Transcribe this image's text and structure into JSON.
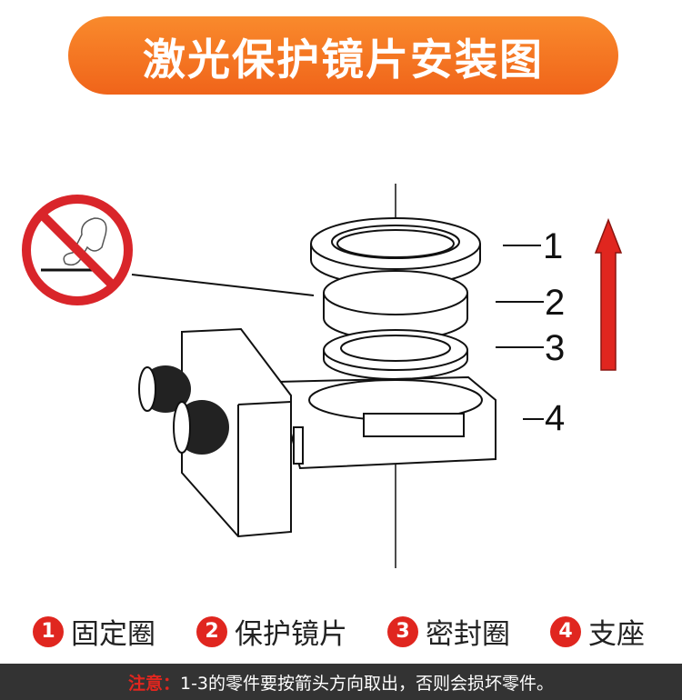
{
  "title": "激光保护镜片安装图",
  "callouts": [
    "1",
    "2",
    "3",
    "4"
  ],
  "legend": [
    {
      "num": "1",
      "label": "固定圈"
    },
    {
      "num": "2",
      "label": "保护镜片"
    },
    {
      "num": "3",
      "label": "密封圈"
    },
    {
      "num": "4",
      "label": "支座"
    }
  ],
  "notice": {
    "warn": "注意：",
    "message": "1-3的零件要按箭头方向取出，否则会损坏零件。"
  },
  "colors": {
    "accent": "#f0641a",
    "red": "#e0261f",
    "bar": "#333333"
  }
}
